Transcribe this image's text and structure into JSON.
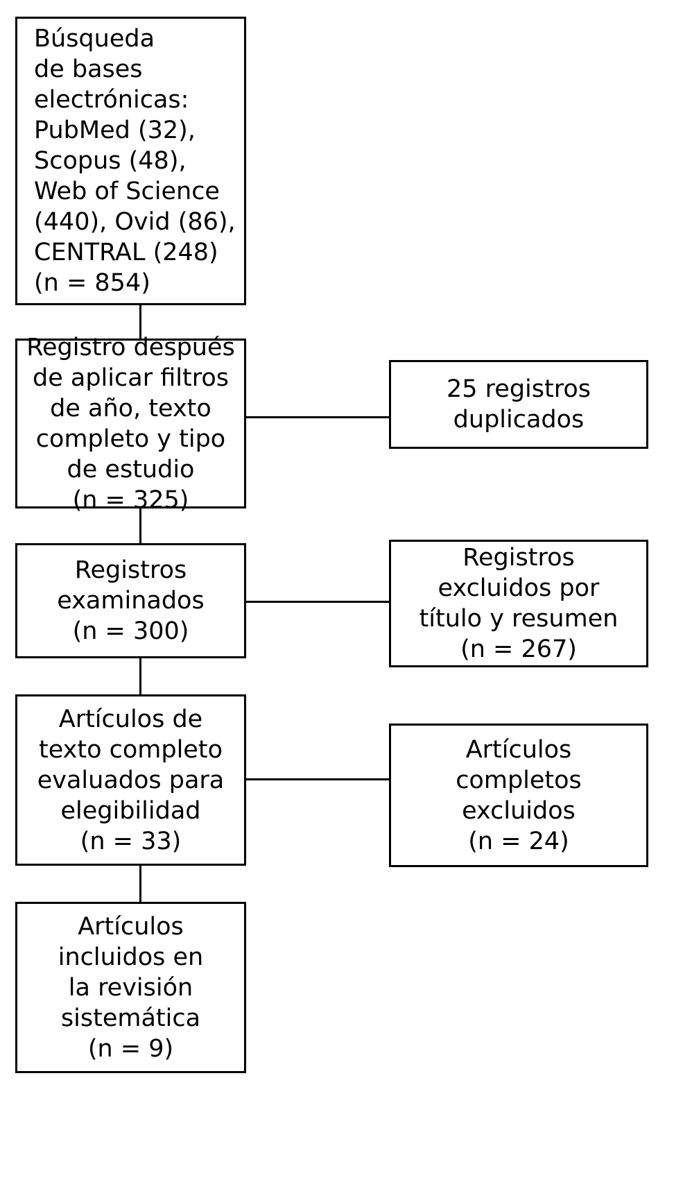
{
  "diagram": {
    "type": "prisma-flow-diagram",
    "language": "es",
    "colors": {
      "stroke": "#000000",
      "background": "#ffffff",
      "text": "#000000"
    },
    "main_boxes": [
      {
        "id": "identification",
        "name": "identification-box",
        "align": "left",
        "text": "Búsqueda\nde bases\nelectrónicas:\nPubMed (32),\nScopus (48),\nWeb of Science\n(440), Ovid (86),\nCENTRAL (248)\n(n = 854)",
        "count": 854,
        "sources": [
          {
            "database": "PubMed",
            "records": 32
          },
          {
            "database": "Scopus",
            "records": 48
          },
          {
            "database": "Web of Science",
            "records": 440
          },
          {
            "database": "Ovid",
            "records": 86
          },
          {
            "database": "CENTRAL",
            "records": 248
          }
        ]
      },
      {
        "id": "after-filters",
        "name": "records-after-filters-box",
        "align": "center",
        "text": "Registro después\nde aplicar filtros\nde año, texto\ncompleto y tipo\nde estudio\n(n = 325)",
        "count": 325
      },
      {
        "id": "screened",
        "name": "records-screened-box",
        "align": "center",
        "text": "Registros\nexaminados\n(n = 300)",
        "count": 300
      },
      {
        "id": "eligibility",
        "name": "full-text-assessed-box",
        "align": "center",
        "text": "Artículos de\ntexto completo\nevaluados para\nelegibilidad\n(n = 33)",
        "count": 33
      },
      {
        "id": "included",
        "name": "studies-included-box",
        "align": "center",
        "text": "Artículos\nincluidos en\nla revisión\nsistemática\n(n = 9)",
        "count": 9
      }
    ],
    "side_boxes": [
      {
        "id": "duplicates",
        "name": "duplicate-records-box",
        "text": "25 registros\nduplicados",
        "count": 25
      },
      {
        "id": "excluded-title-abstract",
        "name": "records-excluded-box",
        "text": "Registros\nexcluidos por\ntítulo y resumen\n(n = 267)",
        "count": 267
      },
      {
        "id": "excluded-full-text",
        "name": "full-text-excluded-box",
        "text": "Artículos\ncompletos\nexcluidos\n(n = 24)",
        "count": 24
      }
    ]
  }
}
